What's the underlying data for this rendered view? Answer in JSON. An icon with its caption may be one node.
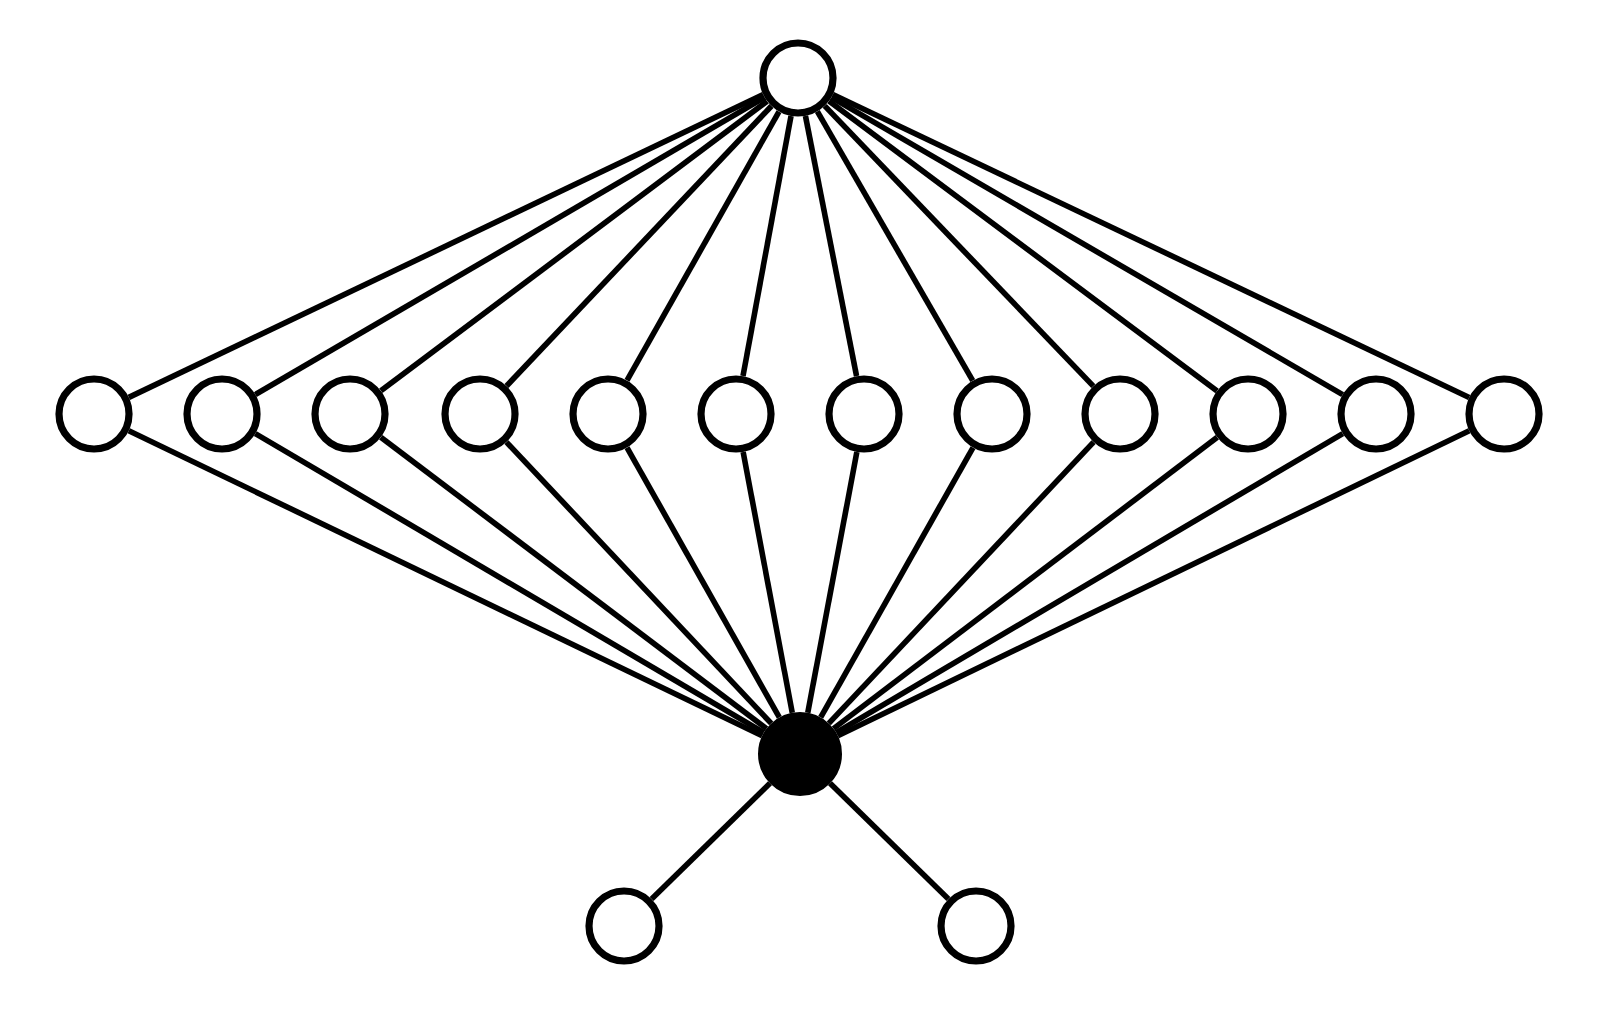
{
  "diagram": {
    "nodes": [
      {
        "text": [],
        "shape": "circle"
      },
      {
        "text": [],
        "shape": "circle"
      },
      {
        "text": [],
        "shape": "circle"
      },
      {
        "text": [],
        "shape": "circle"
      },
      {
        "text": [],
        "shape": "circle"
      },
      {
        "text": [],
        "shape": "circle"
      },
      {
        "text": [],
        "shape": "circle"
      },
      {
        "text": [],
        "shape": "circle"
      },
      {
        "text": [],
        "shape": "circle"
      },
      {
        "text": [],
        "shape": "circle"
      },
      {
        "text": [],
        "shape": "circle"
      },
      {
        "text": [],
        "shape": "circle"
      },
      {
        "text": [],
        "shape": "circle"
      },
      {
        "text": [],
        "shape": "dot"
      },
      {
        "text": [],
        "shape": "circle"
      },
      {
        "text": [],
        "shape": "circle"
      }
    ],
    "edges": [
      {
        "from": 0,
        "to": 1,
        "arrow": "none"
      },
      {
        "from": 0,
        "to": 2,
        "arrow": "none"
      },
      {
        "from": 0,
        "to": 3,
        "arrow": "none"
      },
      {
        "from": 0,
        "to": 4,
        "arrow": "none"
      },
      {
        "from": 0,
        "to": 5,
        "arrow": "none"
      },
      {
        "from": 0,
        "to": 6,
        "arrow": "none"
      },
      {
        "from": 0,
        "to": 7,
        "arrow": "none"
      },
      {
        "from": 0,
        "to": 8,
        "arrow": "none"
      },
      {
        "from": 0,
        "to": 9,
        "arrow": "none"
      },
      {
        "from": 0,
        "to": 10,
        "arrow": "none"
      },
      {
        "from": 0,
        "to": 11,
        "arrow": "none"
      },
      {
        "from": 0,
        "to": 12,
        "arrow": "none"
      },
      {
        "from": 1,
        "to": 13,
        "arrow": "none"
      },
      {
        "from": 2,
        "to": 13,
        "arrow": "none"
      },
      {
        "from": 3,
        "to": 13,
        "arrow": "none"
      },
      {
        "from": 4,
        "to": 13,
        "arrow": "none"
      },
      {
        "from": 5,
        "to": 13,
        "arrow": "none"
      },
      {
        "from": 6,
        "to": 13,
        "arrow": "none"
      },
      {
        "from": 7,
        "to": 13,
        "arrow": "none"
      },
      {
        "from": 8,
        "to": 13,
        "arrow": "none"
      },
      {
        "from": 9,
        "to": 13,
        "arrow": "none"
      },
      {
        "from": 10,
        "to": 13,
        "arrow": "none"
      },
      {
        "from": 11,
        "to": 13,
        "arrow": "none"
      },
      {
        "from": 12,
        "to": 13,
        "arrow": "none"
      },
      {
        "from": 13,
        "to": 14,
        "arrow": "none"
      },
      {
        "from": 13,
        "to": 15,
        "arrow": "none"
      }
    ]
  }
}
